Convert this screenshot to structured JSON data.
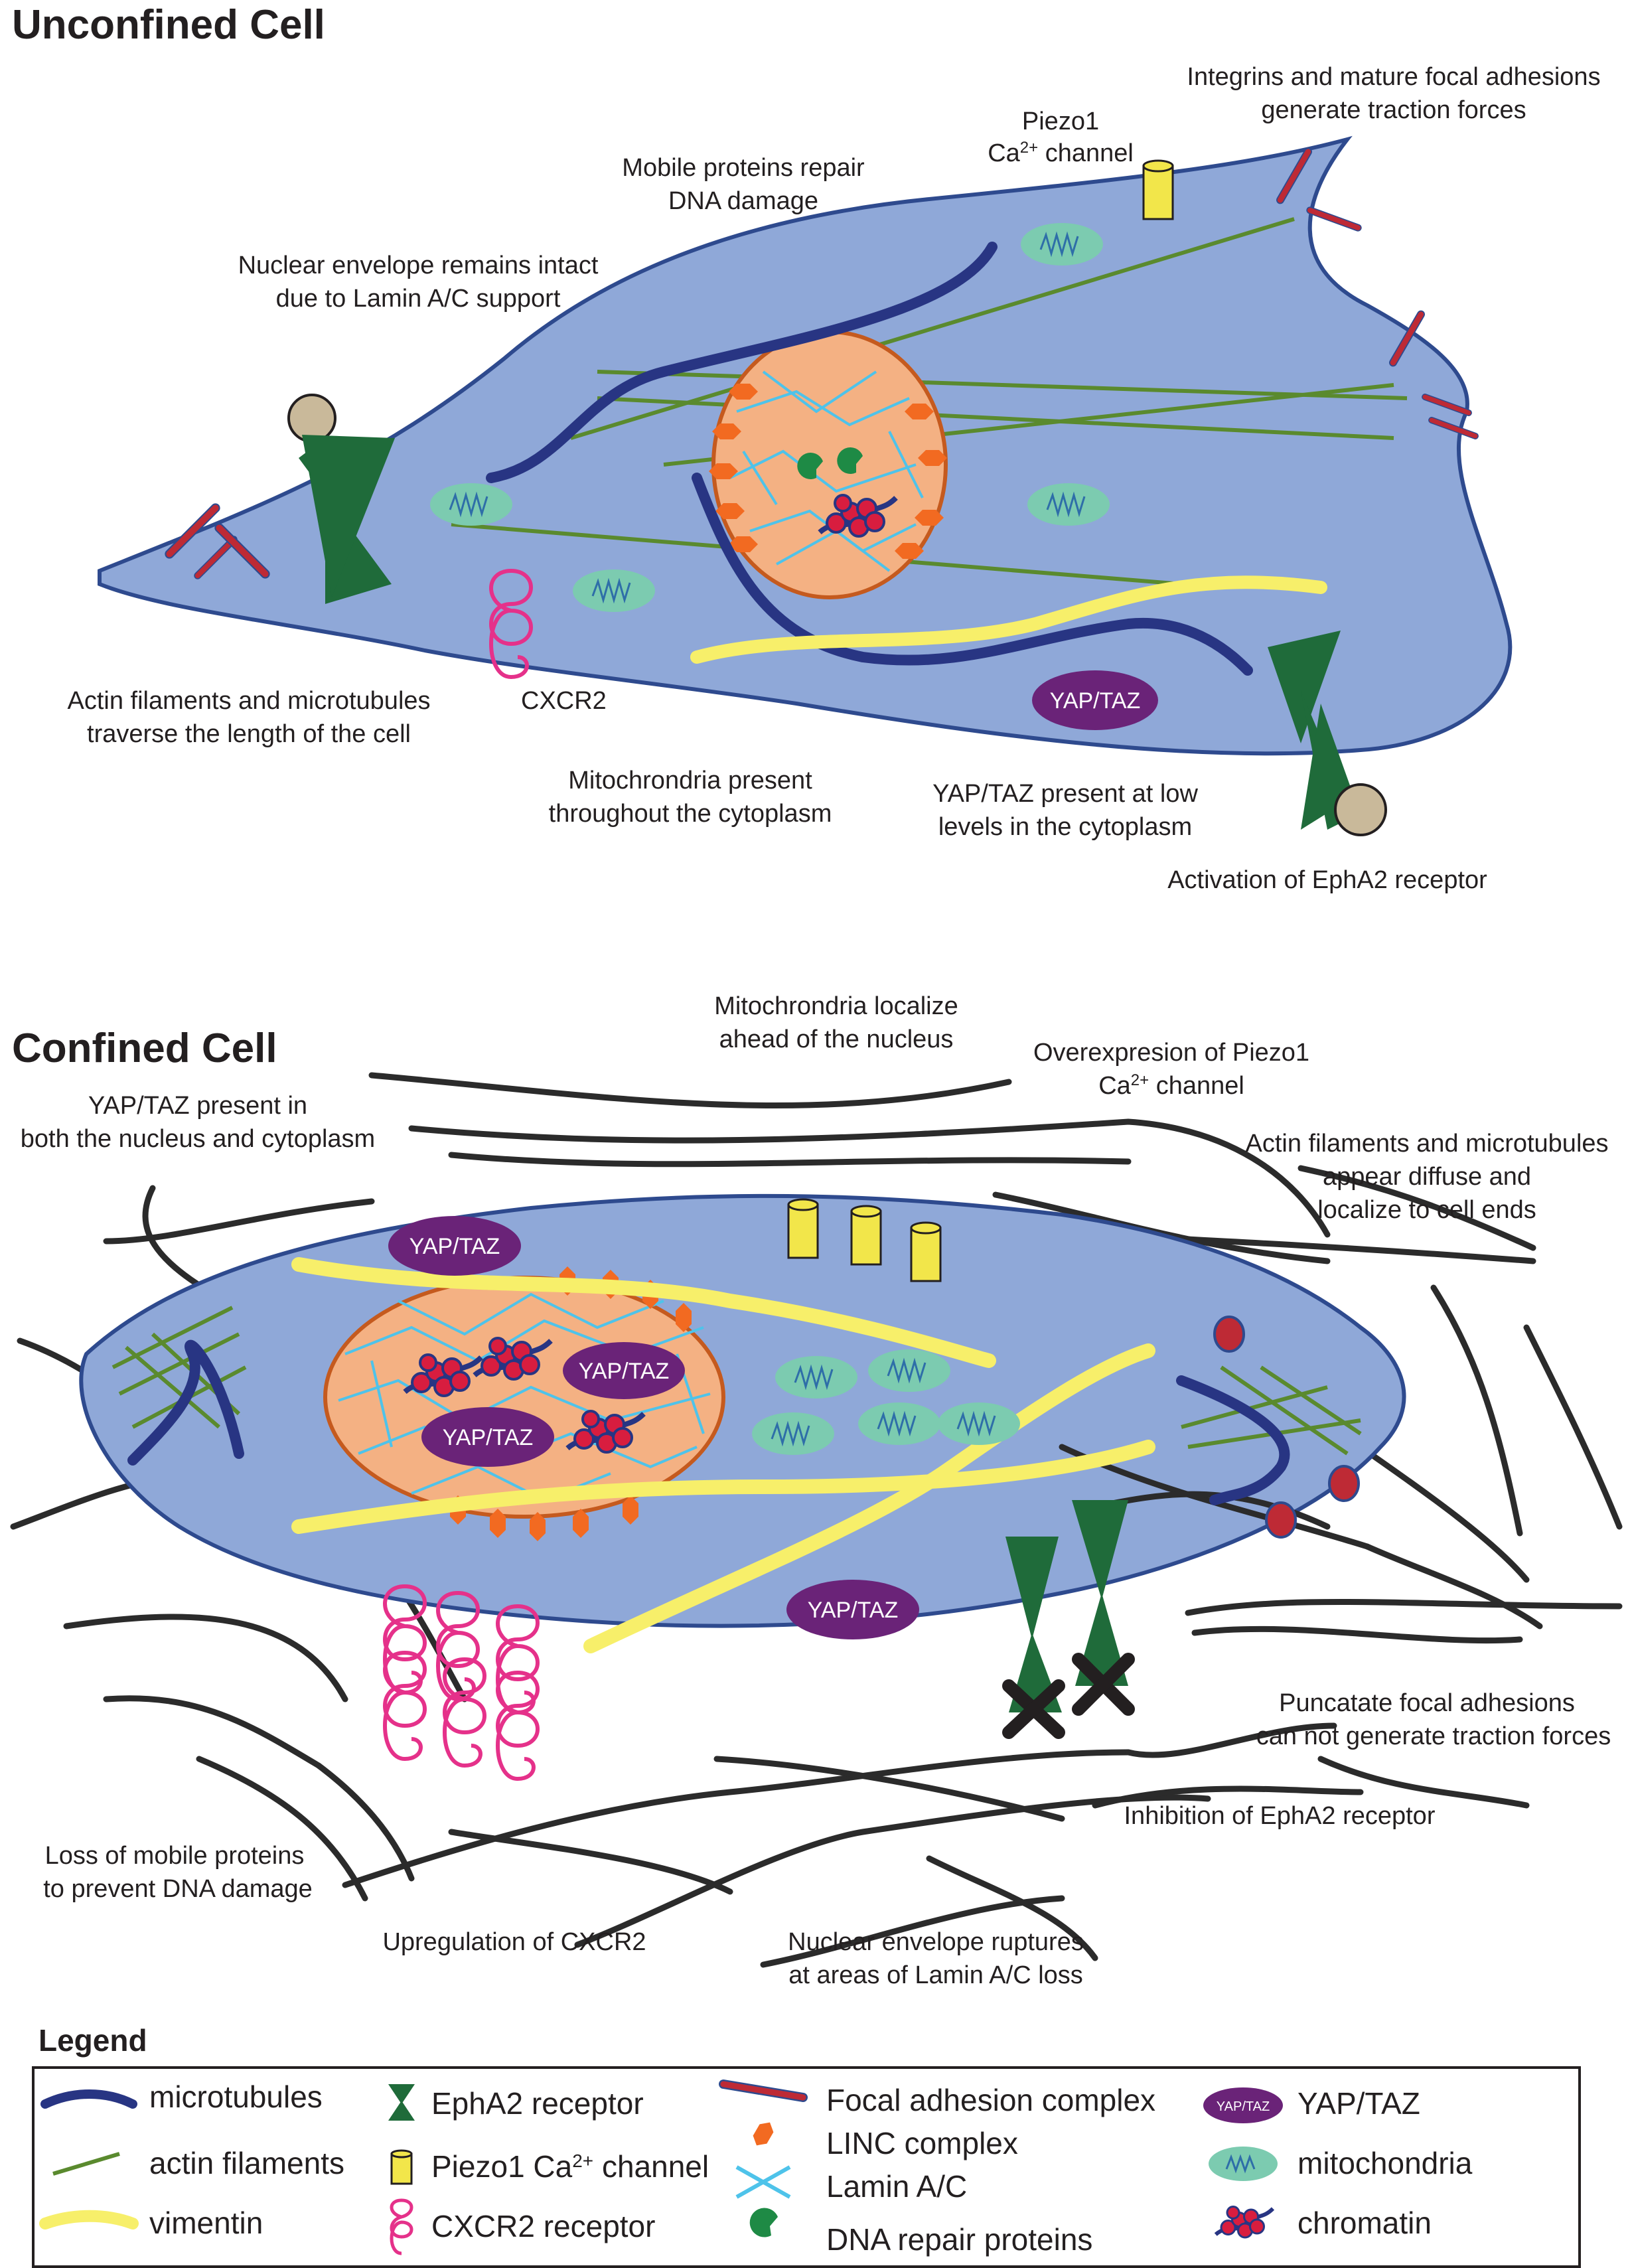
{
  "colors": {
    "cell": "#8fa8d8",
    "cell_border": "#2e4a8e",
    "nucleus": "#f4b183",
    "nucleus_border": "#c55a1e",
    "microtubule": "#283583",
    "actin": "#5a8a2e",
    "vimentin": "#f7ef6a",
    "epha2": "#1f6b3a",
    "piezo": "#f2e64a",
    "cxcr2": "#e5318a",
    "focal_adhesion": "#be2a35",
    "linc": "#f26a21",
    "lamin": "#4ec3ea",
    "dna_repair": "#1e8a45",
    "yaptaz": "#6a2378",
    "mitochondria": "#7ccbb0",
    "chromatin": "#d81d3f",
    "ecm": "#2b2b2b"
  },
  "unconfined": {
    "title": "Unconfined Cell",
    "labels": {
      "piezo_line1": "Piezo1",
      "piezo_line2_pre": "Ca",
      "piezo_line2_sup": "2+",
      "piezo_line2_post": " channel",
      "integrins_line1": "Integrins and mature focal adhesions",
      "integrins_line2": "generate traction forces",
      "mobile_line1": "Mobile proteins repair",
      "mobile_line2": "DNA damage",
      "nuclear_line1": "Nuclear envelope remains intact",
      "nuclear_line2": "due to Lamin A/C support",
      "actin_line1": "Actin filaments and microtubules",
      "actin_line2": "traverse the length of the cell",
      "cxcr2": "CXCR2",
      "mito_line1": "Mitochrondria present",
      "mito_line2": "throughout the cytoplasm",
      "yap_line1": "YAP/TAZ present at low",
      "yap_line2": "levels in the cytoplasm",
      "epha2": "Activation of EphA2 receptor",
      "yaptaz": "YAP/TAZ"
    }
  },
  "confined": {
    "title": "Confined Cell",
    "labels": {
      "mito_line1": "Mitochrondria localize",
      "mito_line2": "ahead of the nucleus",
      "piezo_line1": "Overexpresion of Piezo1",
      "piezo_line2_pre": "Ca",
      "piezo_line2_sup": "2+",
      "piezo_line2_post": " channel",
      "yap_line1": "YAP/TAZ present in",
      "yap_line2": "both the nucleus and cytoplasm",
      "actin_line1": "Actin filaments and microtubules",
      "actin_line2": "appear diffuse and",
      "actin_line3": "localize to cell ends",
      "puncatate_line1": "Puncatate focal adhesions",
      "puncatate_line2": "can not generate traction forces",
      "epha2": "Inhibition of EphA2 receptor",
      "loss_line1": "Loss of mobile proteins",
      "loss_line2": "to prevent DNA damage",
      "cxcr2": "Upregulation of CXCR2",
      "rupture_line1": "Nuclear envelope ruptures",
      "rupture_line2": "at areas of Lamin A/C loss",
      "yaptaz": "YAP/TAZ"
    }
  },
  "legend": {
    "title": "Legend",
    "items": {
      "microtubules": "microtubules",
      "actin": "actin filaments",
      "vimentin": "vimentin",
      "epha2": "EphA2 receptor",
      "piezo_pre": "Piezo1 Ca",
      "piezo_sup": "2+",
      "piezo_post": " channel",
      "cxcr2": "CXCR2 receptor",
      "focal": "Focal adhesion complex",
      "linc": "LINC complex",
      "lamin": "Lamin A/C",
      "dna": "DNA repair proteins",
      "yaptaz": "YAP/TAZ",
      "yaptaz_icon": "YAP/TAZ",
      "mito": "mitochondria",
      "chromatin": "chromatin"
    }
  }
}
